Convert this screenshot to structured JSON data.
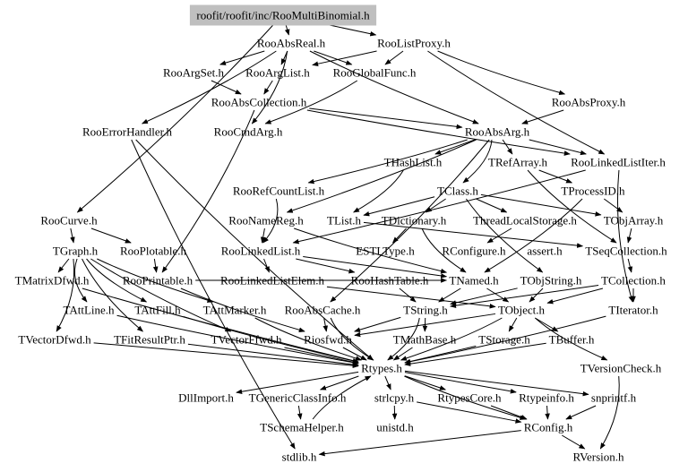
{
  "graph": {
    "root": "roofit/roofit/inc/RooMultiBinomial.h",
    "root_fill": "#bfbfbf",
    "nodes": [
      "roofit/roofit/inc/RooMultiBinomial.h",
      "RooAbsReal.h",
      "RooListProxy.h",
      "RooArgSet.h",
      "RooArgList.h",
      "RooGlobalFunc.h",
      "RooAbsCollection.h",
      "RooAbsProxy.h",
      "RooErrorHandler.h",
      "RooCmdArg.h",
      "RooAbsArg.h",
      "THashList.h",
      "TRefArray.h",
      "RooLinkedListIter.h",
      "RooRefCountList.h",
      "TClass.h",
      "TProcessID.h",
      "RooCurve.h",
      "RooNameReg.h",
      "TList.h",
      "TDictionary.h",
      "ThreadLocalStorage.h",
      "TObjArray.h",
      "TGraph.h",
      "RooPlotable.h",
      "RooLinkedList.h",
      "ESTLType.h",
      "RConfigure.h",
      "assert.h",
      "TSeqCollection.h",
      "TMatrixDfwd.h",
      "RooPrintable.h",
      "RooLinkedListElem.h",
      "RooHashTable.h",
      "TNamed.h",
      "TObjString.h",
      "TCollection.h",
      "TAttLine.h",
      "TAttFill.h",
      "TAttMarker.h",
      "RooAbsCache.h",
      "TString.h",
      "TObject.h",
      "TIterator.h",
      "TVectorDfwd.h",
      "TFitResultPtr.h",
      "TVectorFfwd.h",
      "Riosfwd.h",
      "TMathBase.h",
      "TStorage.h",
      "TBuffer.h",
      "Rtypes.h",
      "TVersionCheck.h",
      "DllImport.h",
      "TGenericClassInfo.h",
      "strlcpy.h",
      "RtypesCore.h",
      "Rtypeinfo.h",
      "snprintf.h",
      "TSchemaHelper.h",
      "unistd.h",
      "RConfig.h",
      "stdlib.h",
      "RVersion.h"
    ],
    "edges": [
      [
        "roofit/roofit/inc/RooMultiBinomial.h",
        "RooAbsReal.h"
      ],
      [
        "roofit/roofit/inc/RooMultiBinomial.h",
        "RooListProxy.h"
      ],
      [
        "roofit/roofit/inc/RooMultiBinomial.h",
        "RooCurve.h"
      ],
      [
        "RooAbsReal.h",
        "RooArgSet.h"
      ],
      [
        "RooAbsReal.h",
        "RooArgList.h"
      ],
      [
        "RooAbsReal.h",
        "RooGlobalFunc.h"
      ],
      [
        "RooAbsReal.h",
        "RooErrorHandler.h"
      ],
      [
        "RooAbsReal.h",
        "RooCmdArg.h"
      ],
      [
        "RooAbsReal.h",
        "RooAbsArg.h"
      ],
      [
        "RooListProxy.h",
        "RooArgList.h"
      ],
      [
        "RooListProxy.h",
        "RooAbsProxy.h"
      ],
      [
        "RooListProxy.h",
        "RooLinkedListIter.h"
      ],
      [
        "RooListProxy.h",
        "RooGlobalFunc.h"
      ],
      [
        "RooArgSet.h",
        "RooAbsCollection.h"
      ],
      [
        "RooArgList.h",
        "RooAbsCollection.h"
      ],
      [
        "RooGlobalFunc.h",
        "RooCmdArg.h"
      ],
      [
        "RooAbsCollection.h",
        "RooAbsArg.h"
      ],
      [
        "RooAbsCollection.h",
        "RooLinkedListIter.h"
      ],
      [
        "RooAbsCollection.h",
        "RooPrintable.h"
      ],
      [
        "RooAbsProxy.h",
        "RooAbsArg.h"
      ],
      [
        "RooAbsArg.h",
        "THashList.h"
      ],
      [
        "RooAbsArg.h",
        "TRefArray.h"
      ],
      [
        "RooAbsArg.h",
        "RooLinkedListIter.h"
      ],
      [
        "RooAbsArg.h",
        "RooRefCountList.h"
      ],
      [
        "RooAbsArg.h",
        "TClass.h"
      ],
      [
        "RooAbsArg.h",
        "RooNameReg.h"
      ],
      [
        "RooAbsArg.h",
        "RooAbsCache.h"
      ],
      [
        "THashList.h",
        "TList.h"
      ],
      [
        "TRefArray.h",
        "TProcessID.h"
      ],
      [
        "TRefArray.h",
        "TSeqCollection.h"
      ],
      [
        "RooLinkedListIter.h",
        "TIterator.h"
      ],
      [
        "RooLinkedListIter.h",
        "RooLinkedList.h"
      ],
      [
        "RooRefCountList.h",
        "RooLinkedList.h"
      ],
      [
        "TClass.h",
        "TList.h"
      ],
      [
        "TClass.h",
        "TDictionary.h"
      ],
      [
        "TClass.h",
        "ThreadLocalStorage.h"
      ],
      [
        "TClass.h",
        "TObjArray.h"
      ],
      [
        "TClass.h",
        "TObjString.h"
      ],
      [
        "TProcessID.h",
        "TObjArray.h"
      ],
      [
        "TProcessID.h",
        "TNamed.h"
      ],
      [
        "RooCurve.h",
        "TGraph.h"
      ],
      [
        "RooCurve.h",
        "RooPlotable.h"
      ],
      [
        "RooNameReg.h",
        "RooLinkedList.h"
      ],
      [
        "RooNameReg.h",
        "TNamed.h"
      ],
      [
        "TList.h",
        "TSeqCollection.h"
      ],
      [
        "TDictionary.h",
        "ESTLType.h"
      ],
      [
        "TDictionary.h",
        "TNamed.h"
      ],
      [
        "ThreadLocalStorage.h",
        "RConfigure.h"
      ],
      [
        "TObjArray.h",
        "TSeqCollection.h"
      ],
      [
        "TGraph.h",
        "TMatrixDfwd.h"
      ],
      [
        "TGraph.h",
        "TAttLine.h"
      ],
      [
        "TGraph.h",
        "TAttFill.h"
      ],
      [
        "TGraph.h",
        "TAttMarker.h"
      ],
      [
        "TGraph.h",
        "TVectorDfwd.h"
      ],
      [
        "TGraph.h",
        "TVectorFfwd.h"
      ],
      [
        "TGraph.h",
        "TFitResultPtr.h"
      ],
      [
        "RooPlotable.h",
        "RooPrintable.h"
      ],
      [
        "RooLinkedList.h",
        "RooLinkedListElem.h"
      ],
      [
        "RooLinkedList.h",
        "RooHashTable.h"
      ],
      [
        "RooLinkedList.h",
        "TNamed.h"
      ],
      [
        "TSeqCollection.h",
        "TCollection.h"
      ],
      [
        "RooPrintable.h",
        "TNamed.h"
      ],
      [
        "RooPrintable.h",
        "Riosfwd.h"
      ],
      [
        "RooLinkedListElem.h",
        "TObject.h"
      ],
      [
        "RooHashTable.h",
        "TString.h"
      ],
      [
        "TNamed.h",
        "TString.h"
      ],
      [
        "TNamed.h",
        "TObject.h"
      ],
      [
        "TObjString.h",
        "TObject.h"
      ],
      [
        "TObjString.h",
        "TString.h"
      ],
      [
        "TCollection.h",
        "TObject.h"
      ],
      [
        "TCollection.h",
        "TIterator.h"
      ],
      [
        "TCollection.h",
        "TString.h"
      ],
      [
        "TAttLine.h",
        "Rtypes.h"
      ],
      [
        "TAttFill.h",
        "Rtypes.h"
      ],
      [
        "TAttMarker.h",
        "Rtypes.h"
      ],
      [
        "RooAbsCache.h",
        "Riosfwd.h"
      ],
      [
        "RooAbsCache.h",
        "Rtypes.h"
      ],
      [
        "TString.h",
        "TMathBase.h"
      ],
      [
        "TString.h",
        "Riosfwd.h"
      ],
      [
        "TString.h",
        "Rtypes.h"
      ],
      [
        "TObject.h",
        "TStorage.h"
      ],
      [
        "TObject.h",
        "TBuffer.h"
      ],
      [
        "TObject.h",
        "Riosfwd.h"
      ],
      [
        "TObject.h",
        "TVersionCheck.h"
      ],
      [
        "TObject.h",
        "Rtypes.h"
      ],
      [
        "TIterator.h",
        "Rtypes.h"
      ],
      [
        "TVectorDfwd.h",
        "Rtypes.h"
      ],
      [
        "TFitResultPtr.h",
        "Rtypes.h"
      ],
      [
        "TVectorFfwd.h",
        "Rtypes.h"
      ],
      [
        "Riosfwd.h",
        "Rtypes.h"
      ],
      [
        "TMathBase.h",
        "Rtypes.h"
      ],
      [
        "TStorage.h",
        "Rtypes.h"
      ],
      [
        "TBuffer.h",
        "Rtypes.h"
      ],
      [
        "TMatrixDfwd.h",
        "Rtypes.h"
      ],
      [
        "Rtypes.h",
        "DllImport.h"
      ],
      [
        "Rtypes.h",
        "TGenericClassInfo.h"
      ],
      [
        "Rtypes.h",
        "strlcpy.h"
      ],
      [
        "Rtypes.h",
        "RtypesCore.h"
      ],
      [
        "Rtypes.h",
        "Rtypeinfo.h"
      ],
      [
        "Rtypes.h",
        "snprintf.h"
      ],
      [
        "Rtypes.h",
        "RConfig.h"
      ],
      [
        "TGenericClassInfo.h",
        "TSchemaHelper.h"
      ],
      [
        "TSchemaHelper.h",
        "Rtypes.h"
      ],
      [
        "strlcpy.h",
        "unistd.h"
      ],
      [
        "strlcpy.h",
        "RConfig.h"
      ],
      [
        "RtypesCore.h",
        "RConfig.h"
      ],
      [
        "Rtypeinfo.h",
        "RConfig.h"
      ],
      [
        "snprintf.h",
        "RConfig.h"
      ],
      [
        "TVersionCheck.h",
        "RVersion.h"
      ],
      [
        "RConfig.h",
        "RVersion.h"
      ],
      [
        "RConfig.h",
        "stdlib.h"
      ],
      [
        "RooErrorHandler.h",
        "stdlib.h"
      ],
      [
        "RooErrorHandler.h",
        "Rtypes.h"
      ]
    ]
  }
}
